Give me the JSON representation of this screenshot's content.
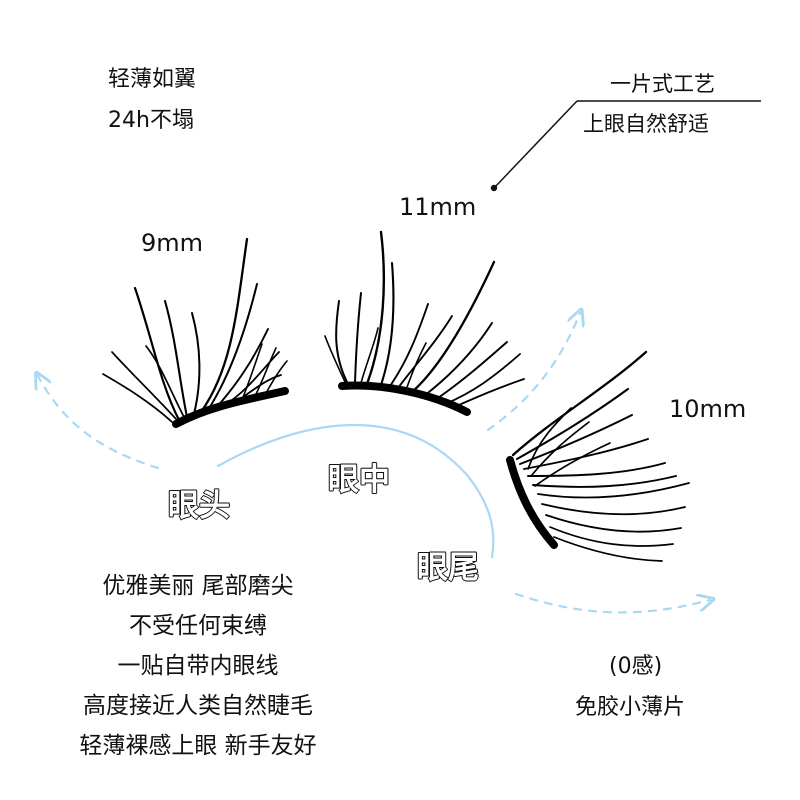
{
  "texts": {
    "top_left": [
      "轻薄如翼",
      "24h不塌"
    ],
    "top_right": [
      "一片式工艺",
      "上眼自然舒适"
    ],
    "lengths": [
      "9mm",
      "11mm",
      "10mm"
    ],
    "parts": [
      "眼头",
      "眼中",
      "眼尾"
    ],
    "left_features": [
      "优雅美丽   尾部磨尖",
      "不受任何束缚",
      "一贴自带内眼线",
      "高度接近人类自然睫毛",
      "轻薄裸感上眼 新手友好"
    ],
    "bottom_right": [
      "(0感)",
      "免胶小薄片"
    ]
  },
  "colors": {
    "text": "#111111",
    "accent_blue": "#a9d9f2",
    "lash_black": "#000000"
  },
  "icons": {
    "left_lash": "eyelash-left",
    "middle_lash": "eyelash-middle",
    "right_lash": "eyelash-right",
    "annotation_line": "callout-line",
    "guide_arc": "blue-arc"
  }
}
